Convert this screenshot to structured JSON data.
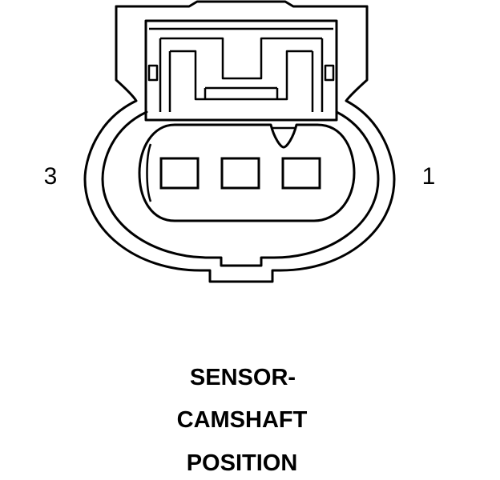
{
  "connector": {
    "pin_left_label": "3",
    "pin_right_label": "1",
    "cavity_count": 3
  },
  "caption": {
    "line1": "SENSOR-",
    "line2": "CAMSHAFT",
    "line3": "POSITION"
  },
  "colors": {
    "stroke": "#000000",
    "background": "#ffffff"
  }
}
